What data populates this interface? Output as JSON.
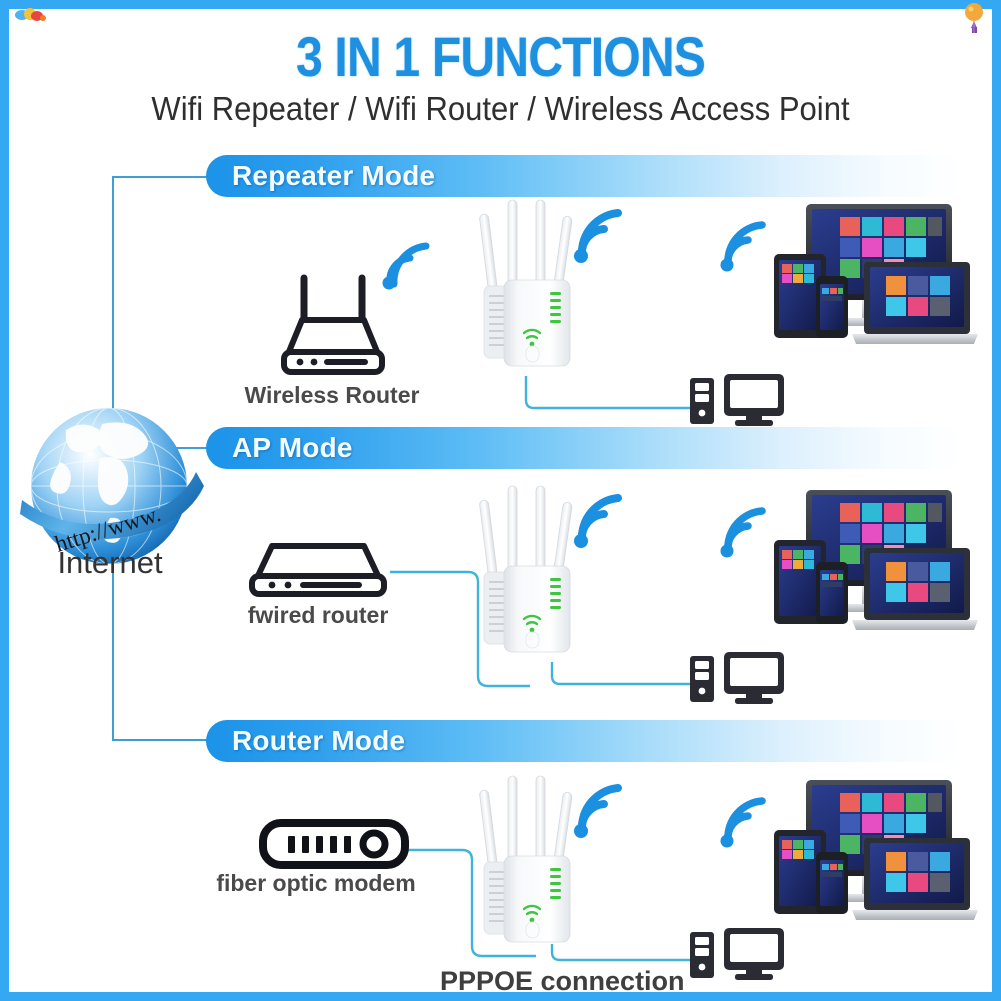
{
  "header": {
    "title": "3 IN 1 FUNCTIONS",
    "subtitle": "Wifi Repeater / Wifi Router / Wireless Access Point"
  },
  "internet": {
    "label": "Internet",
    "url_banner": "http://www."
  },
  "modes": [
    {
      "id": "repeater",
      "banner_label": "Repeater Mode",
      "source_label": "Wireless Router",
      "source_icon": "wireless-router-icon",
      "repeater_icon": "wifi-repeater-device",
      "client_cluster_icon": "multi-device-cluster",
      "wired_client_icon": "desktop-pc-icon"
    },
    {
      "id": "ap",
      "banner_label": "AP Mode",
      "source_label": "fwired router",
      "source_icon": "wired-router-icon",
      "repeater_icon": "wifi-repeater-device",
      "client_cluster_icon": "multi-device-cluster",
      "wired_client_icon": "desktop-pc-icon"
    },
    {
      "id": "router",
      "banner_label": "Router Mode",
      "source_label": "fiber optic modem",
      "source_icon": "fiber-optic-modem-icon",
      "repeater_icon": "wifi-repeater-device",
      "client_cluster_icon": "multi-device-cluster",
      "wired_client_icon": "desktop-pc-icon",
      "connection_label": "PPPOE connection"
    }
  ],
  "colors": {
    "title_blue": "#1f90e0",
    "banner_start": "#1b93e8",
    "frame_blue": "#35a8f4",
    "cable_cyan": "#3fb4d8",
    "trunk_blue": "#3f9fd0",
    "wifi_blue": "#1b8fe0",
    "led_green": "#3cc73c",
    "device_dark": "#2b2b33",
    "screen_navy": "#1e2a6b"
  }
}
